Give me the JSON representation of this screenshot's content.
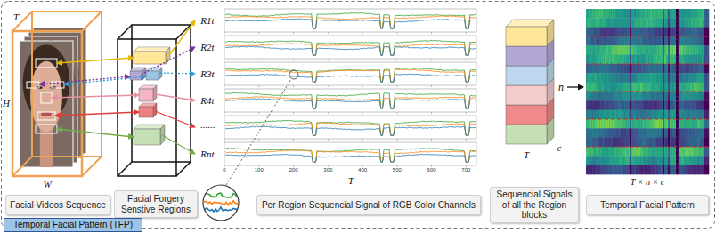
{
  "diagram": {
    "nodes": [
      {
        "text": [
          "Facial Videos Sequence"
        ]
      },
      {
        "text": [
          "Facial Forgery Senstive Regions"
        ]
      },
      {
        "text": [
          "Per Region Sequencial Signal of RGB Color Channels"
        ]
      },
      {
        "text": [
          "Sequencial Signals of all the Region blocks"
        ]
      },
      {
        "text": [
          "Temporal Facial Pattern"
        ]
      },
      {
        "text": [
          "Temporal Facial Pattern (TFP)"
        ]
      }
    ],
    "labels": [
      "T",
      "H",
      "W",
      "R1t",
      "R2t",
      "R3t",
      "R4t",
      "......",
      "Rnt",
      "0",
      "100",
      "200",
      "300",
      "400",
      "500",
      "600",
      "700",
      "T",
      "n",
      "T",
      "c",
      "T × n × c"
    ]
  }
}
